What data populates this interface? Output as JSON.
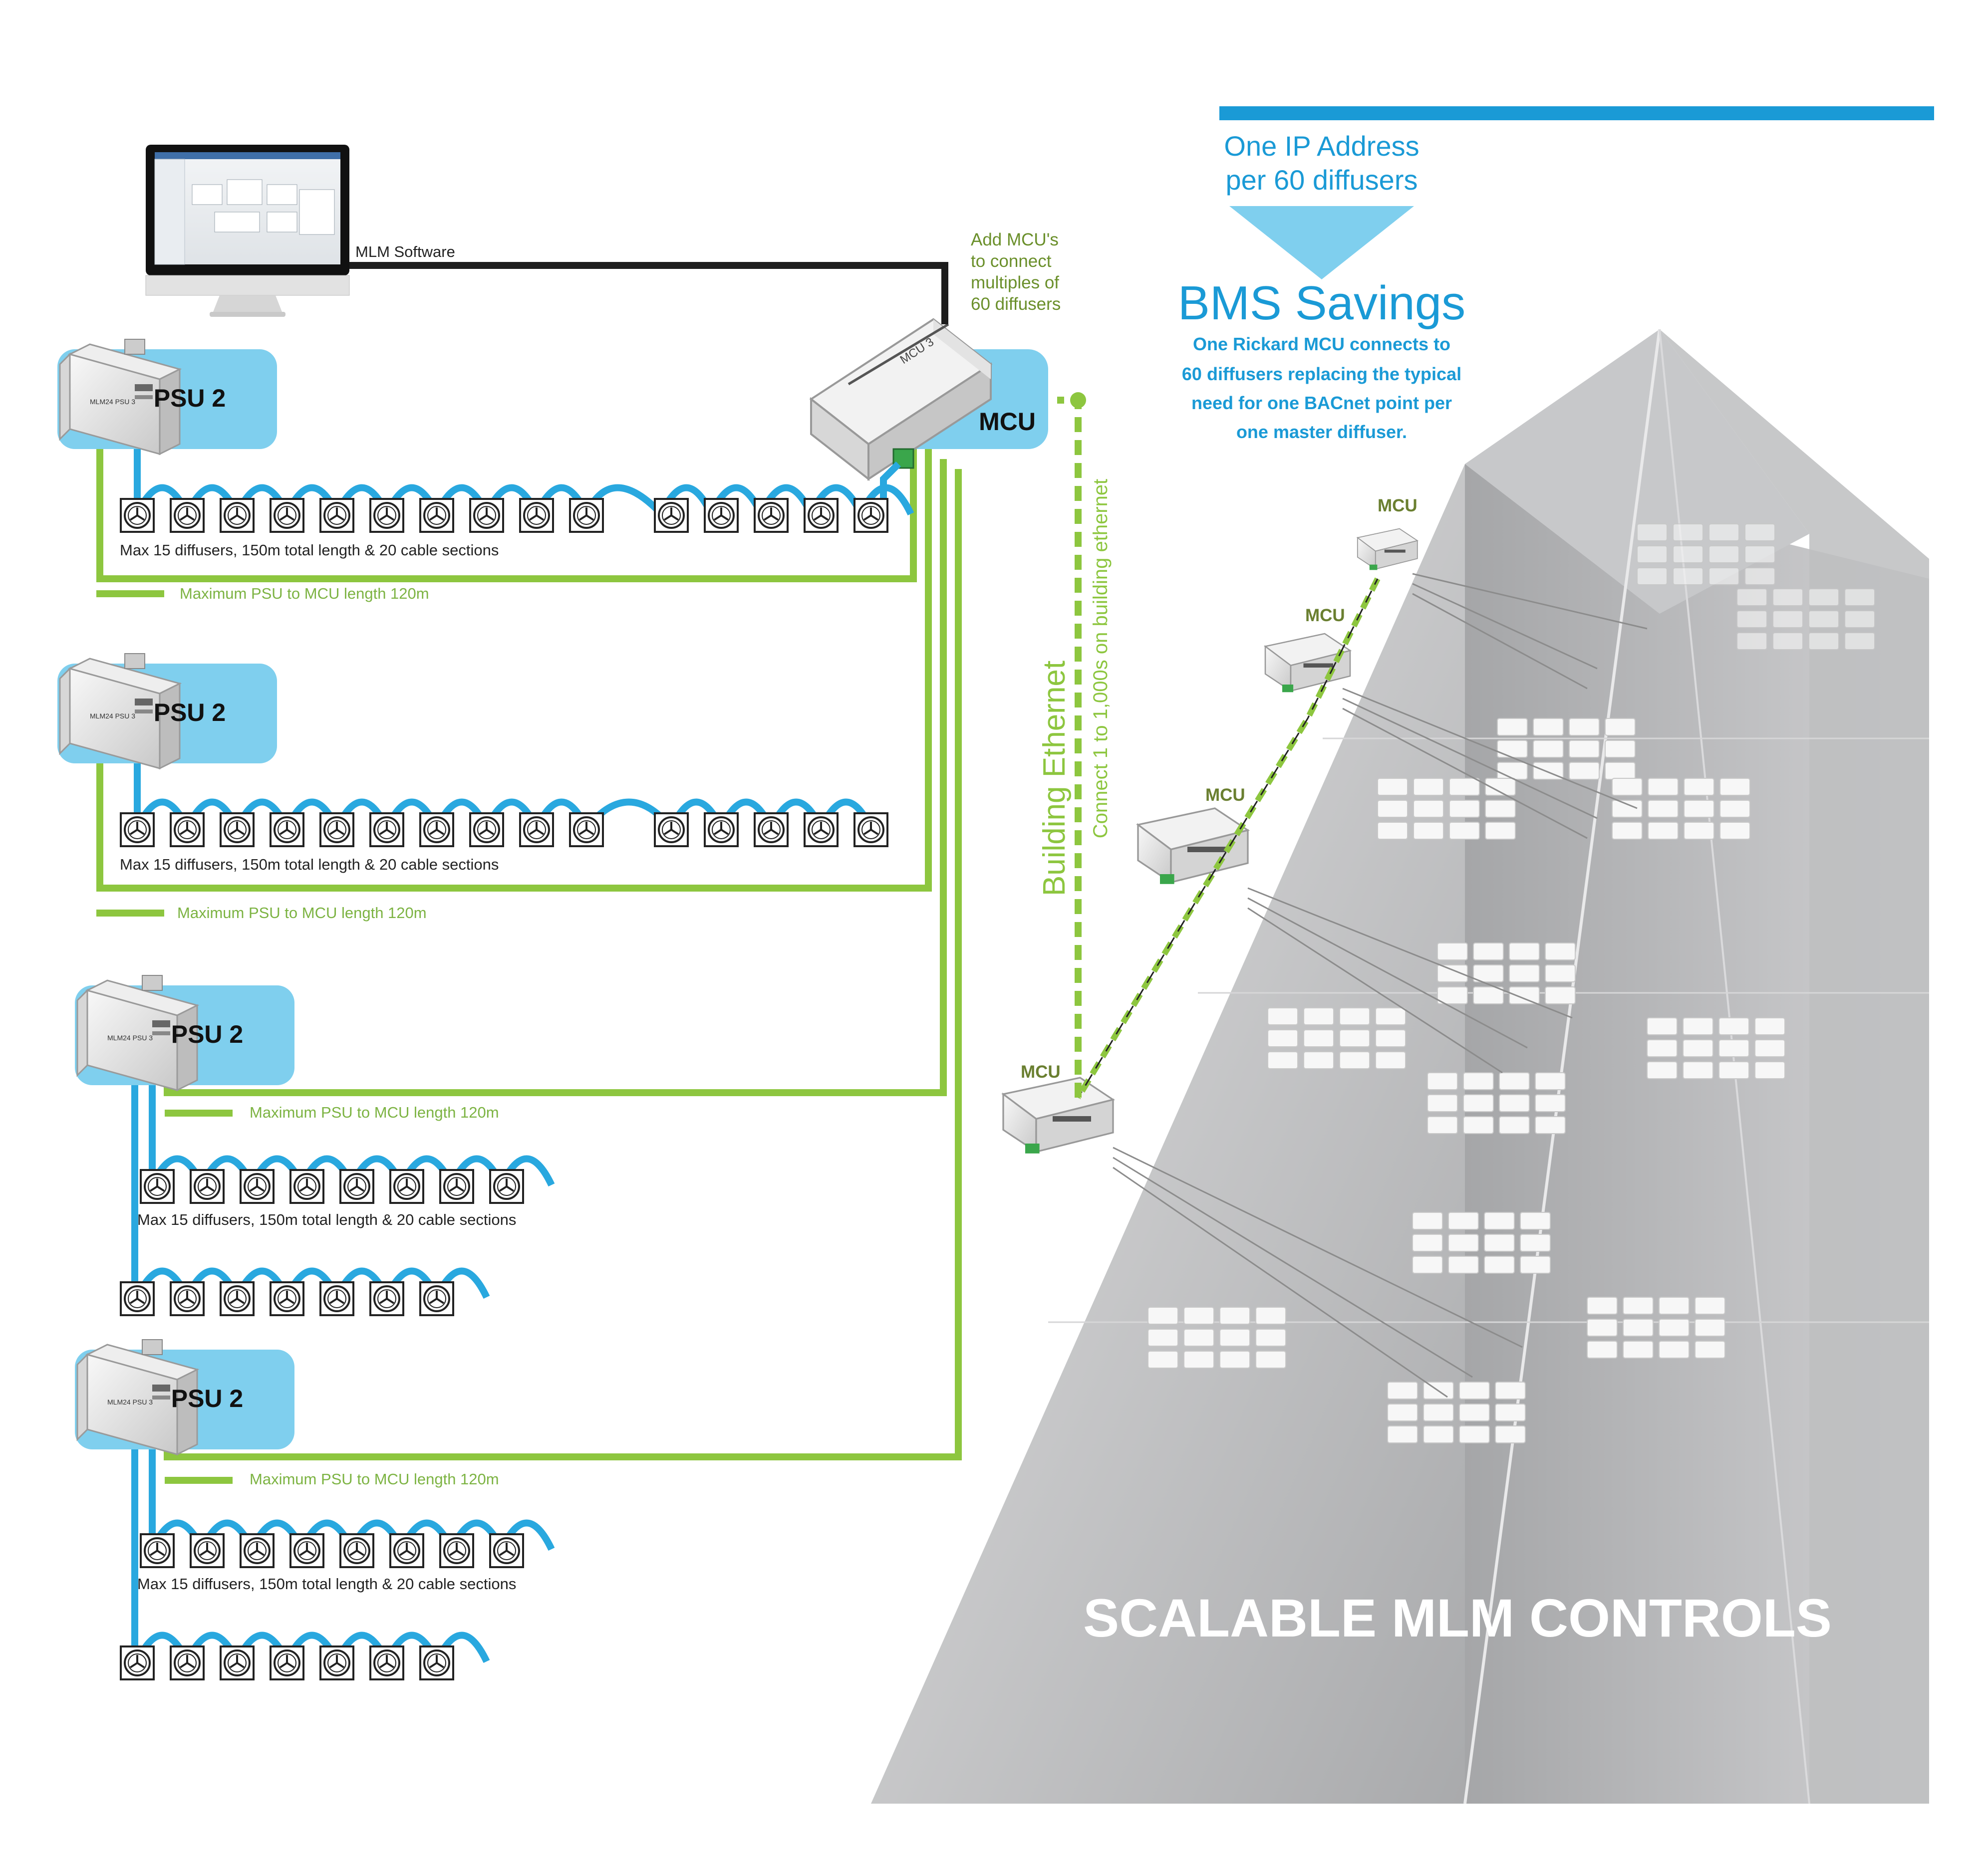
{
  "software": {
    "label": "MLM Software"
  },
  "add_mcu_note": [
    "Add MCU's",
    "to connect",
    "multiples of",
    "60 diffusers"
  ],
  "main_mcu": {
    "label": "MCU",
    "device_text": "MCU 3"
  },
  "psu": {
    "label": "PSU 2",
    "device_text": "MLM24 PSU 3",
    "chain_note": "Max 15 diffusers, 150m total length & 20 cable sections",
    "length_note": "Maximum PSU to MCU length 120m"
  },
  "ethernet": {
    "title": "Building Ethernet",
    "subtitle": "Connect 1 to 1,000s on building ethernet"
  },
  "ip_callout": {
    "line1": "One IP Address",
    "line2": "per 60 diffusers"
  },
  "bms": {
    "title": "BMS Savings",
    "lines": [
      "One Rickard MCU connects to",
      "60 diffusers replacing the typical",
      "need for one BACnet point per",
      "one master diffuser."
    ]
  },
  "tower_mcus": [
    "MCU",
    "MCU",
    "MCU",
    "MCU"
  ],
  "tower_title": "SCALABLE MLM CONTROLS",
  "colors": {
    "cable_blue": "#29a8df",
    "cable_green": "#8dc63f",
    "panel_blue": "#7fcfee",
    "text_blue": "#1a9ad6",
    "text_olive": "#6a8f2a",
    "tower_gray": "#b7b8ba"
  },
  "icons": [
    "monitor-icon",
    "psu-device-icon",
    "mcu-device-icon",
    "diffuser-icon",
    "building-tower-icon"
  ]
}
